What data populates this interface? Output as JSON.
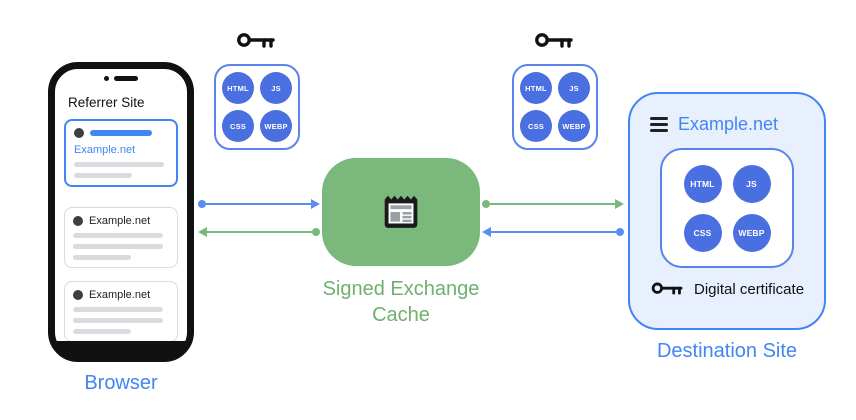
{
  "colors": {
    "blue": "#4285F4",
    "arrow_blue": "#5B8DEF",
    "circle_blue": "#4A6FE0",
    "green": "#7BB87B",
    "destination_bg": "#E8F0FE",
    "gray_bar": "#D9DBDE",
    "dark": "#202124"
  },
  "browser": {
    "title": "Referrer Site",
    "label": "Browser",
    "cards": [
      {
        "site": "Example.net"
      },
      {
        "site": "Example.net"
      },
      {
        "site": "Example.net"
      }
    ]
  },
  "resources": [
    "HTML",
    "JS",
    "CSS",
    "WEBP"
  ],
  "cache": {
    "line1": "Signed Exchange",
    "line2": "Cache"
  },
  "destination": {
    "site": "Example.net",
    "certificate": "Digital certificate",
    "label": "Destination Site"
  }
}
